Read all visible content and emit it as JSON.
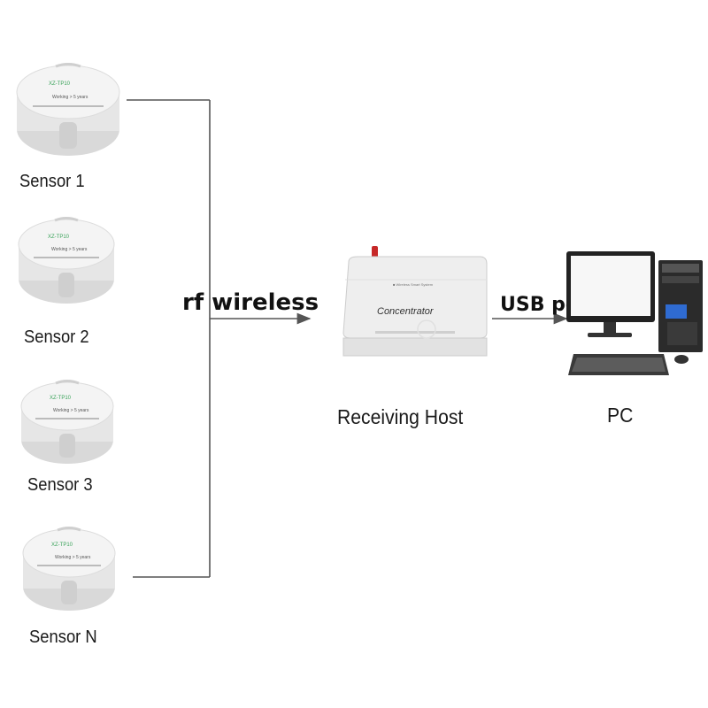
{
  "sensors": [
    {
      "label": "Sensor 1",
      "model": "XZ-TP10",
      "working": "Working  > 5 years"
    },
    {
      "label": "Sensor 2",
      "model": "XZ-TP10",
      "working": "Working  > 5 years"
    },
    {
      "label": "Sensor 3",
      "model": "XZ-TP10",
      "working": "Working  > 5 years"
    },
    {
      "label": "Sensor N",
      "model": "XZ-TP10",
      "working": "Working  > 5 years"
    }
  ],
  "links": {
    "wireless": "rf wireless",
    "usb": "USB port"
  },
  "host": {
    "label": "Receiving Host",
    "device_text": "Concentrator"
  },
  "pc": {
    "label": "PC"
  },
  "colors": {
    "line": "#555555",
    "device_body": "#eeeeee",
    "antenna": "#c62828",
    "sensor_green": "#3aa35a"
  }
}
